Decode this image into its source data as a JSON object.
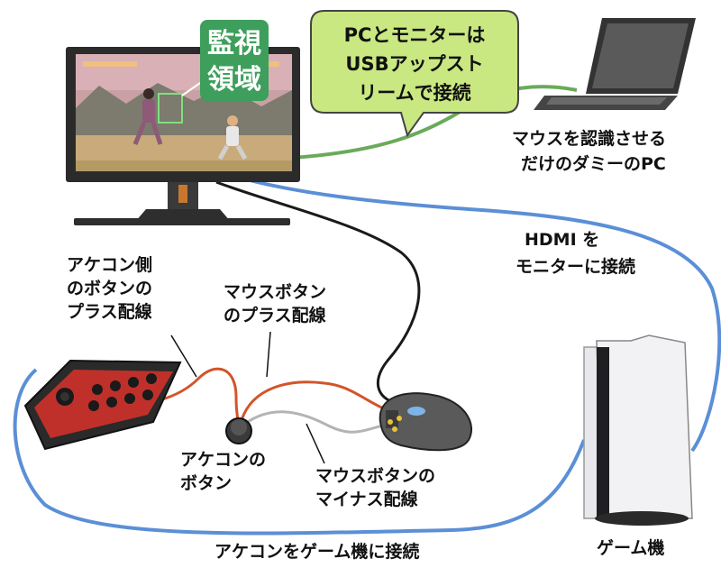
{
  "monitor_zone_label": [
    "監視",
    "領域"
  ],
  "bubble_text": [
    "PCとモニターは",
    "USBアップスト",
    "リームで接続"
  ],
  "dummy_pc_label": [
    "マウスを認識させる",
    "だけのダミーのPC"
  ],
  "hdmi_label": [
    "HDMI を",
    "モニターに接続"
  ],
  "arcade_button_wire_label": [
    "アケコン側",
    "のボタンの",
    "プラス配線"
  ],
  "mouse_plus_wire_label": [
    "マウスボタン",
    "のプラス配線"
  ],
  "arcade_button_label": [
    "アケコンの",
    "ボタン"
  ],
  "mouse_minus_wire_label": [
    "マウスボタンの",
    "マイナス配線"
  ],
  "console_label": "ゲーム機",
  "arcade_connection_label": "アケコンをゲーム機に接続",
  "colors": {
    "usb_cable": "#6aaa5a",
    "hdmi_cable": "#5b8fd6",
    "plus_wire": "#d2552a",
    "minus_wire": "#b4b4b4",
    "bubble_fill": "#c9e882",
    "zone_fill": "#3e9e5c"
  }
}
